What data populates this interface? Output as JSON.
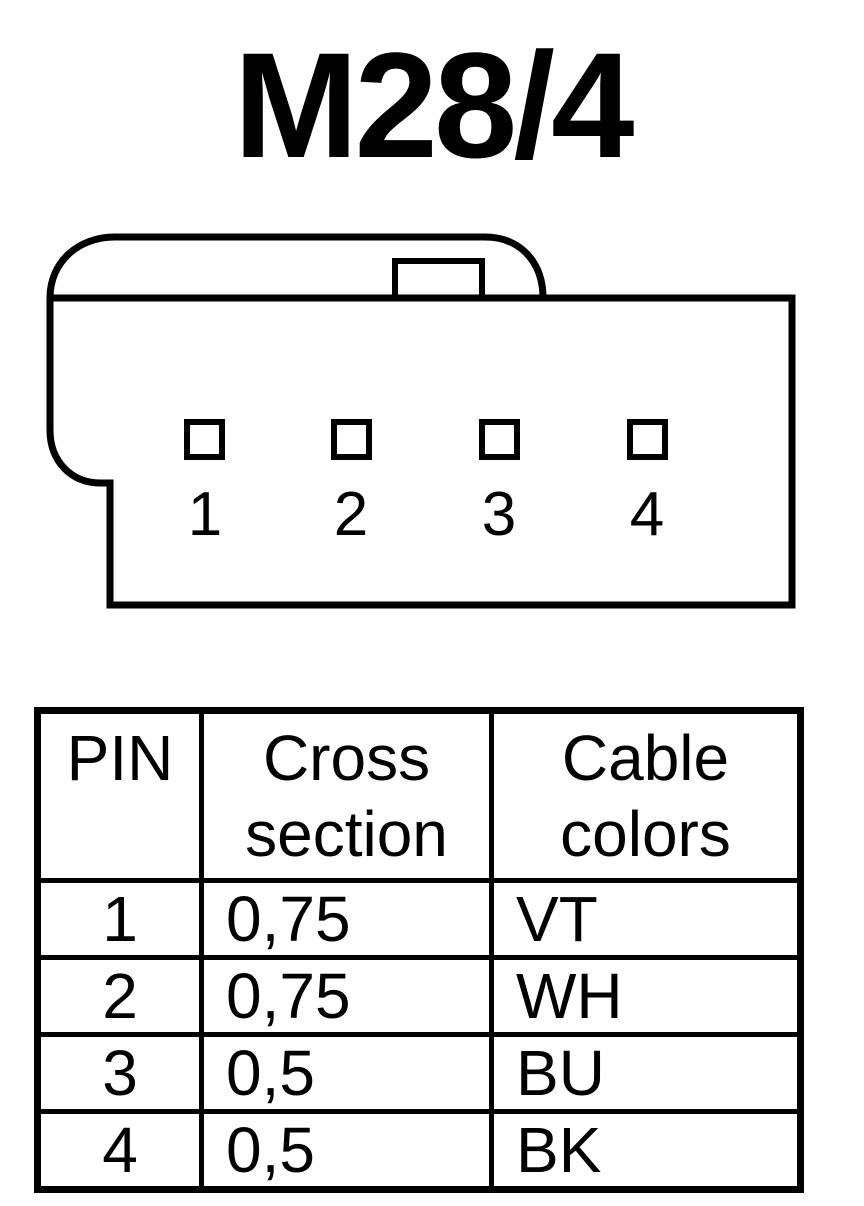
{
  "title": "M28/4",
  "connector": {
    "pins": [
      "1",
      "2",
      "3",
      "4"
    ]
  },
  "table": {
    "headers": {
      "pin": [
        "PIN"
      ],
      "cross_section": [
        "Cross",
        "section"
      ],
      "cable_colors": [
        "Cable",
        "colors"
      ]
    },
    "rows": [
      {
        "pin": "1",
        "cross_section": "0,75",
        "color": "VT"
      },
      {
        "pin": "2",
        "cross_section": "0,75",
        "color": "WH"
      },
      {
        "pin": "3",
        "cross_section": "0,5",
        "color": "BU"
      },
      {
        "pin": "4",
        "cross_section": "0,5",
        "color": "BK"
      }
    ]
  }
}
